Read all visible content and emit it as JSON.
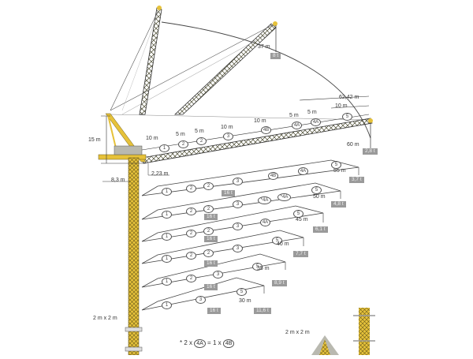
{
  "diagram": {
    "title": "Tower crane luffing jib load diagram",
    "colors": {
      "crane_yellow": "#e6c23a",
      "lattice_dark": "#3b3b2a",
      "line": "#333333",
      "badge_bg": "#9a9a9a",
      "badge_text": "#f2f2f2"
    },
    "main_dims": {
      "height_15m": "15 m",
      "counter_jib_8_3m": "8,3 m",
      "offset_2_23m": "2,23 m",
      "mast_section": "2 m x 2 m",
      "mast_section_detail": "2 m x 2 m"
    },
    "raised_jib": {
      "radius": "37 m",
      "load": "8 t"
    },
    "main_jib": {
      "total_length": "62,42 m",
      "segment_lengths": [
        "10 m",
        "5 m",
        "5 m",
        "10 m",
        "10 m",
        "5 m",
        "5 m",
        "10 m"
      ],
      "segment_ids": [
        "1",
        "2",
        "2",
        "3",
        "4B",
        "4A",
        "4A",
        "5"
      ],
      "radius": "60 m",
      "load": "2,8 t"
    },
    "configurations": [
      {
        "segments": [
          "1",
          "2",
          "2",
          "3",
          "4B",
          "4A",
          "5"
        ],
        "root_load": "16 t",
        "radius": "55 m",
        "tip_load": "3,7 t"
      },
      {
        "segments": [
          "1",
          "2",
          "2",
          "3",
          "*4A",
          "*4A",
          "5"
        ],
        "root_load": "16 t",
        "radius": "50 m",
        "tip_load": "4,8 t"
      },
      {
        "segments": [
          "1",
          "2",
          "2",
          "3",
          "4A",
          "5"
        ],
        "root_load": "16 t",
        "radius": "45 m",
        "tip_load": "6,1 t"
      },
      {
        "segments": [
          "1",
          "2",
          "2",
          "3",
          "5"
        ],
        "root_load": "16 t",
        "radius": "40 m",
        "tip_load": "7,7 t"
      },
      {
        "segments": [
          "1",
          "2",
          "3",
          "5"
        ],
        "root_load": "16 t",
        "radius": "35 m",
        "tip_load": "8,9 t"
      },
      {
        "segments": [
          "1",
          "3",
          "5"
        ],
        "root_load": "16 t",
        "radius": "30 m",
        "tip_load": "11,6 t"
      }
    ],
    "footnote": {
      "prefix": "* 2 x",
      "a": "4A",
      "mid": "= 1 x",
      "b": "4B"
    }
  }
}
